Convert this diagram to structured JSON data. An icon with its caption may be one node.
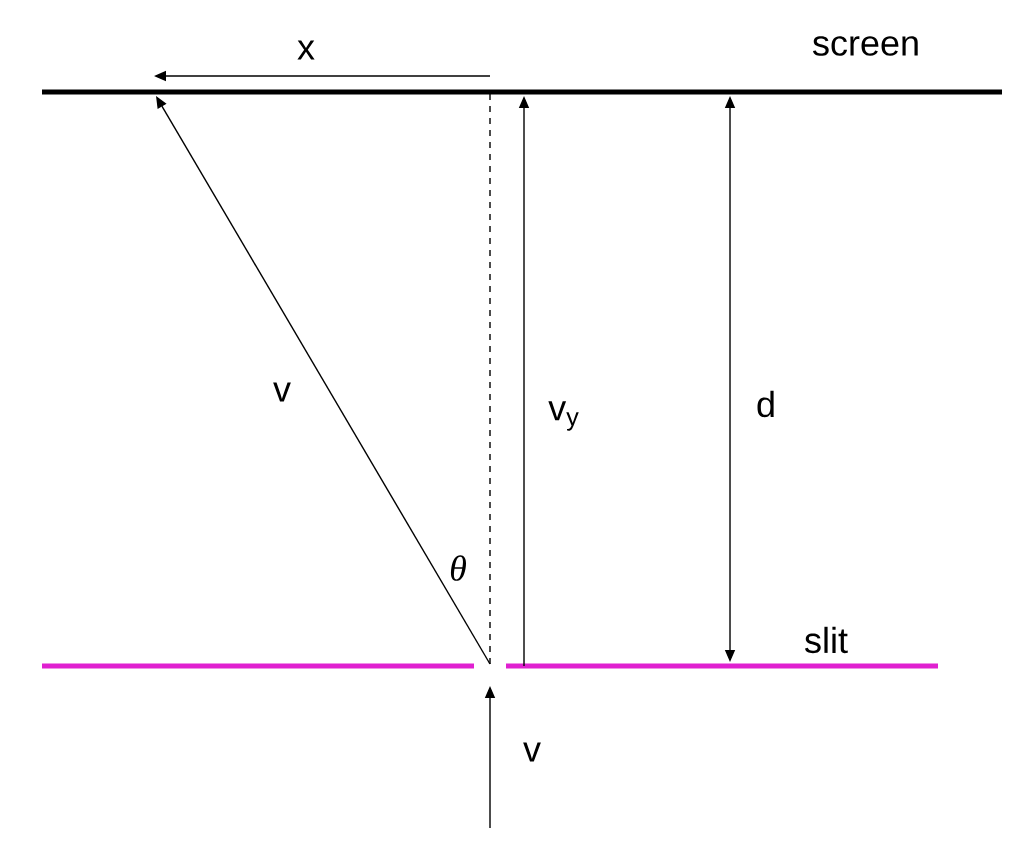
{
  "diagram": {
    "labels": [
      "x",
      "screen",
      "v",
      "v$_{y}$",
      "d",
      "θ",
      "slit",
      "v"
    ]
  }
}
